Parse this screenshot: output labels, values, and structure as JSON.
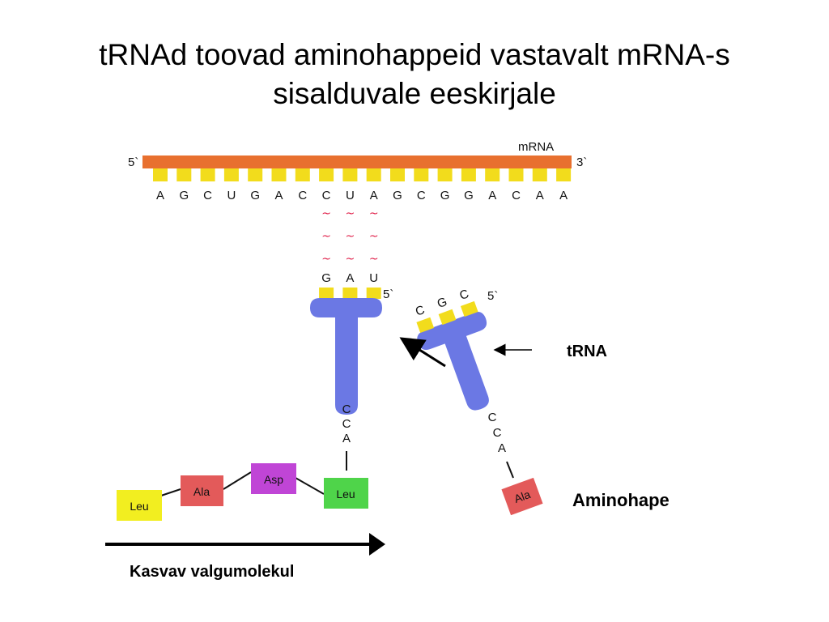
{
  "title_line1": "tRNAd toovad aminohappeid vastavalt mRNA-s",
  "title_line2": "sisalduvale eeskirjale",
  "mrna": {
    "label": "mRNA",
    "end5": "5`",
    "end3": "3`",
    "bases": [
      "A",
      "G",
      "C",
      "U",
      "G",
      "A",
      "C",
      "C",
      "U",
      "A",
      "G",
      "C",
      "G",
      "G",
      "A",
      "C",
      "A",
      "A"
    ],
    "pairing": [
      "~",
      "~",
      "~",
      "~",
      "~",
      "~",
      "~",
      "~",
      "~"
    ]
  },
  "trna_left": {
    "anticodon": [
      "G",
      "A",
      "U"
    ],
    "end5": "5`",
    "tail": [
      "C",
      "C",
      "A"
    ]
  },
  "trna_right": {
    "anticodon": [
      "C",
      "G",
      "C"
    ],
    "end5": "5`",
    "tail": [
      "C",
      "C",
      "A"
    ]
  },
  "chain": [
    "Leu",
    "Ala",
    "Asp",
    "Leu"
  ],
  "free_amino": "Ala",
  "labels": {
    "trna": "tRNA",
    "aminohape": "Aminohape",
    "kasvav": "Kasvav valgumolekul"
  },
  "colors": {
    "mrna_strand": "#e8702f",
    "base_tab": "#f2dc1c",
    "trna": "#6b78e4",
    "pairing": "#e0204a",
    "leu_yellow": "#f2ee20",
    "ala_red": "#e35a5a",
    "asp_purple": "#c045d6",
    "leu_green": "#4fd44a"
  }
}
